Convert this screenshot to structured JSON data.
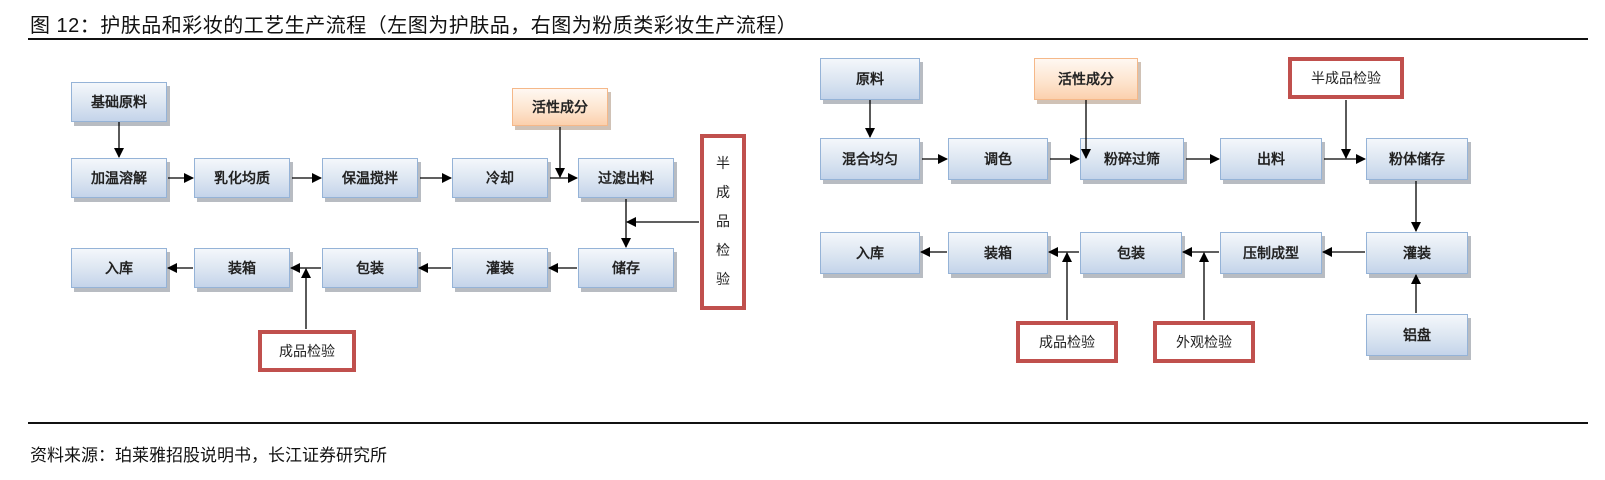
{
  "figure": {
    "title": "图 12：护肤品和彩妆的工艺生产流程（左图为护肤品，右图为粉质类彩妆生产流程）",
    "source": "资料来源：珀莱雅招股说明书，长江证券研究所"
  },
  "colors": {
    "process_fill": "#dbe5f1",
    "process_border": "#95b3d7",
    "ingredient_fill": "#fde3cc",
    "inspection_border": "#c0504d",
    "arrow": "#000000"
  },
  "left_diagram": {
    "name": "护肤品",
    "nodes": {
      "raw": "基础原料",
      "heat_dissolve": "加温溶解",
      "emulsify": "乳化均质",
      "stir": "保温搅拌",
      "cool": "冷却",
      "active": "活性成分",
      "filter": "过滤出料",
      "semi_check": "半成品检验",
      "semi_check_chars": [
        "半",
        "成",
        "品",
        "检",
        "验"
      ],
      "store": "储存",
      "fill": "灌装",
      "pack": "包装",
      "box": "装箱",
      "warehouse": "入库",
      "final_check": "成品检验"
    }
  },
  "right_diagram": {
    "name": "粉质类彩妆",
    "nodes": {
      "raw": "原料",
      "mix": "混合均匀",
      "color": "调色",
      "active": "活性成分",
      "crush": "粉碎过筛",
      "discharge": "出料",
      "semi_check": "半成品检验",
      "powder_store": "粉体储存",
      "fill": "灌装",
      "tray": "铝盘",
      "press": "压制成型",
      "pack": "包装",
      "box": "装箱",
      "warehouse": "入库",
      "final_check": "成品检验",
      "appearance_check": "外观检验"
    }
  }
}
